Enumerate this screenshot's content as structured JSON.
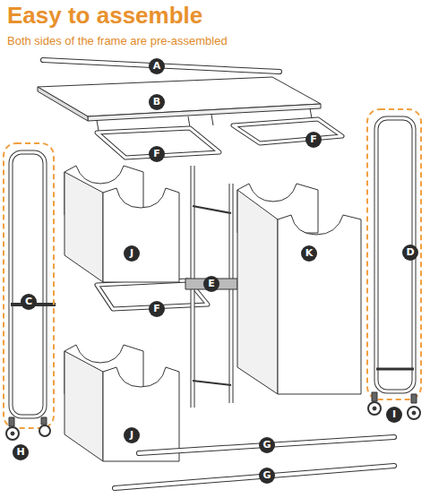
{
  "diagram": {
    "title": "Easy to assemble",
    "caption": "Both sides of the frame are pre-assembled",
    "labels": [
      "A",
      "B",
      "F",
      "F",
      "J",
      "K",
      "D",
      "C",
      "E",
      "F",
      "J",
      "I",
      "G",
      "H",
      "G"
    ]
  }
}
